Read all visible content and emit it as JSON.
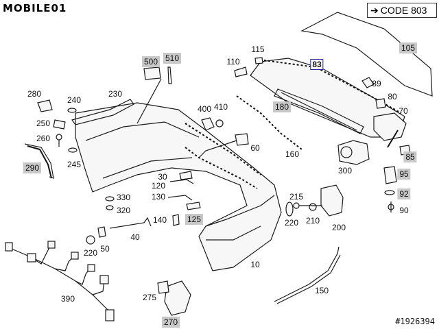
{
  "brand": {
    "logo_text": "MOBILE01"
  },
  "code_box": {
    "text": "CODE 803",
    "arrow": "arrow-right-icon"
  },
  "watermark": "#1926394",
  "labels": [
    {
      "id": "p10",
      "text": "10",
      "style": "plain"
    },
    {
      "id": "p30",
      "text": "30",
      "style": "plain"
    },
    {
      "id": "p40",
      "text": "40",
      "style": "plain"
    },
    {
      "id": "p50",
      "text": "50",
      "style": "plain"
    },
    {
      "id": "p60",
      "text": "60",
      "style": "plain"
    },
    {
      "id": "p70",
      "text": "70",
      "style": "plain"
    },
    {
      "id": "p80",
      "text": "80",
      "style": "plain"
    },
    {
      "id": "p83",
      "text": "83",
      "style": "framed"
    },
    {
      "id": "p85",
      "text": "85",
      "style": "boxed"
    },
    {
      "id": "p89",
      "text": "89",
      "style": "plain"
    },
    {
      "id": "p90",
      "text": "90",
      "style": "plain"
    },
    {
      "id": "p92",
      "text": "92",
      "style": "boxed"
    },
    {
      "id": "p95",
      "text": "95",
      "style": "boxed"
    },
    {
      "id": "p105",
      "text": "105",
      "style": "boxed"
    },
    {
      "id": "p110",
      "text": "110",
      "style": "plain"
    },
    {
      "id": "p115",
      "text": "115",
      "style": "plain"
    },
    {
      "id": "p120",
      "text": "120",
      "style": "plain"
    },
    {
      "id": "p125",
      "text": "125",
      "style": "boxed"
    },
    {
      "id": "p130",
      "text": "130",
      "style": "plain"
    },
    {
      "id": "p140",
      "text": "140",
      "style": "plain"
    },
    {
      "id": "p150",
      "text": "150",
      "style": "plain"
    },
    {
      "id": "p160",
      "text": "160",
      "style": "plain"
    },
    {
      "id": "p180",
      "text": "180",
      "style": "boxed"
    },
    {
      "id": "p200",
      "text": "200",
      "style": "plain"
    },
    {
      "id": "p210",
      "text": "210",
      "style": "plain"
    },
    {
      "id": "p215",
      "text": "215",
      "style": "plain"
    },
    {
      "id": "p220a",
      "text": "220",
      "style": "plain"
    },
    {
      "id": "p220b",
      "text": "220",
      "style": "plain"
    },
    {
      "id": "p230",
      "text": "230",
      "style": "plain"
    },
    {
      "id": "p240",
      "text": "240",
      "style": "plain"
    },
    {
      "id": "p245",
      "text": "245",
      "style": "plain"
    },
    {
      "id": "p250",
      "text": "250",
      "style": "plain"
    },
    {
      "id": "p260",
      "text": "260",
      "style": "plain"
    },
    {
      "id": "p270",
      "text": "270",
      "style": "boxed"
    },
    {
      "id": "p275",
      "text": "275",
      "style": "plain"
    },
    {
      "id": "p280",
      "text": "280",
      "style": "plain"
    },
    {
      "id": "p290",
      "text": "290",
      "style": "boxed"
    },
    {
      "id": "p300",
      "text": "300",
      "style": "plain"
    },
    {
      "id": "p320",
      "text": "320",
      "style": "plain"
    },
    {
      "id": "p330",
      "text": "330",
      "style": "plain"
    },
    {
      "id": "p390",
      "text": "390",
      "style": "plain"
    },
    {
      "id": "p400",
      "text": "400",
      "style": "plain"
    },
    {
      "id": "p410",
      "text": "410",
      "style": "plain"
    },
    {
      "id": "p500",
      "text": "500",
      "style": "boxed"
    },
    {
      "id": "p510",
      "text": "510",
      "style": "boxed"
    }
  ]
}
